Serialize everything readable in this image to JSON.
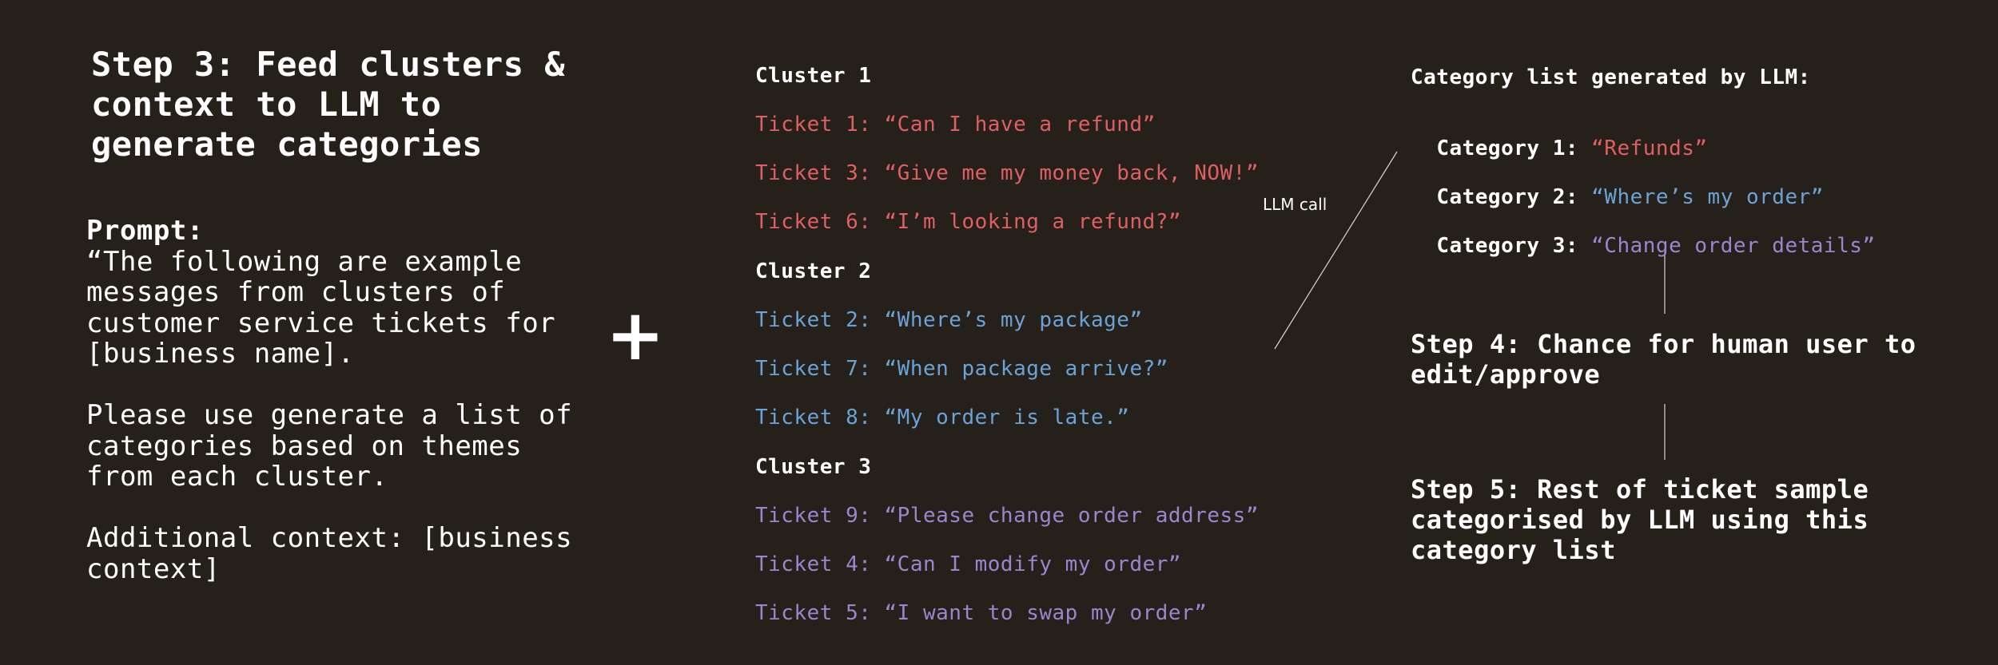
{
  "left": {
    "title": "Step 3: Feed clusters & context to LLM to generate categories",
    "prompt_label": "Prompt:",
    "prompt_para1": "“The following are example messages from clusters of customer service tickets for [business name].",
    "prompt_para2": "Please use generate a list of categories based on themes from each cluster.",
    "prompt_para3": "Additional context: [business context]",
    "plus": "+"
  },
  "clusters": [
    {
      "name": "Cluster 1",
      "color": "#e05f62",
      "tickets": [
        "Ticket 1: “Can I have a refund”",
        "Ticket 3: “Give me my money back, NOW!”",
        "Ticket 6: “I’m looking a refund?”"
      ]
    },
    {
      "name": "Cluster 2",
      "color": "#6aa3d8",
      "tickets": [
        "Ticket 2: “Where’s my package”",
        "Ticket 7: “When package arrive?”",
        "Ticket 8: “My order is late.”"
      ]
    },
    {
      "name": "Cluster 3",
      "color": "#9a86cf",
      "tickets": [
        "Ticket 9: “Please change order address”",
        "Ticket 4: “Can I modify my order”",
        "Ticket 5: “I want to swap my order”"
      ]
    }
  ],
  "connector": {
    "label": "LLM call"
  },
  "right": {
    "heading": "Category list generated by LLM:",
    "categories": [
      {
        "label": "Category 1:",
        "value": "“Refunds”",
        "color": "#e05f62"
      },
      {
        "label": "Category 2:",
        "value": "“Where’s my order”",
        "color": "#6aa3d8"
      },
      {
        "label": "Category 3:",
        "value": "“Change order details”",
        "color": "#9a86cf"
      }
    ],
    "step4": "Step 4: Chance for human user to edit/approve",
    "step5": "Step 5: Rest of ticket sample categorised by LLM using this category list"
  }
}
